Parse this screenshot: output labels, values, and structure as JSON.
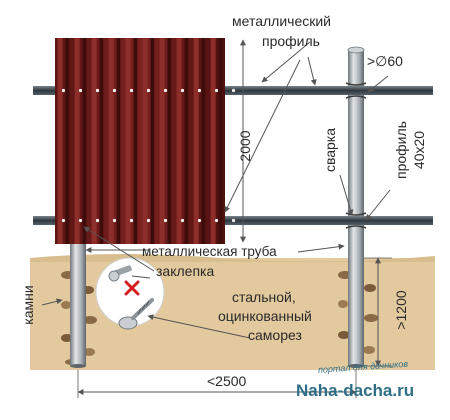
{
  "labels": {
    "metal_profile_1": "металлический",
    "metal_profile_2": "профиль",
    "diameter": ">∅60",
    "height": "2000",
    "weld": "сварка",
    "profile_1": "профиль",
    "profile_2": "40х20",
    "metal_pipe": "металлическая труба",
    "rivet": "заклепка",
    "screw_1": "стальной,",
    "screw_2": "оцинкованный",
    "screw_3": "саморез",
    "depth": ">1200",
    "stones": "камни",
    "width": "<2500",
    "watermark_tagline": "портал для дачников",
    "watermark_site": "Naha-dacha.ru"
  },
  "colors": {
    "sheet": "#6e1a18",
    "sheet_dark": "#4a0f0e",
    "ground": "#e3c99e",
    "stone": "#8a6a45",
    "rail": "#3f4a52",
    "pole": "#b9c0c4",
    "ink": "#2a2a2a",
    "watermark": "#2f6f86",
    "arrow": "#555555"
  },
  "icons": {
    "rivet": "rivet-icon",
    "screw": "screw-icon",
    "cross": "cross-mark-icon"
  }
}
